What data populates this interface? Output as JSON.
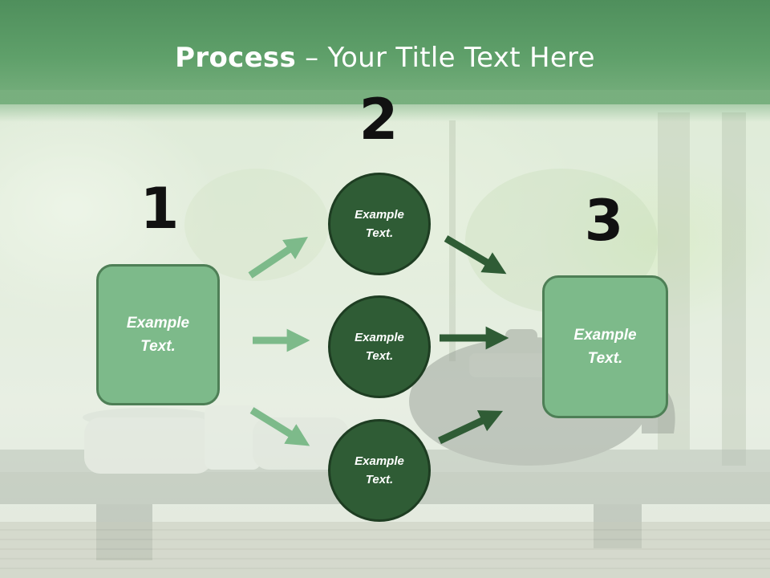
{
  "title": {
    "bold": "Process",
    "rest": " – Your Title Text Here"
  },
  "steps": [
    {
      "number": "1",
      "box_text": "Example\nText."
    },
    {
      "number": "2",
      "circle_texts": [
        "Example\nText.",
        "Example\nText.",
        "Example\nText."
      ]
    },
    {
      "number": "3",
      "box_text": "Example\nText."
    }
  ],
  "colors": {
    "header": "#5fa06a",
    "box_fill": "#7dba8a",
    "circle_fill": "#2f5c35",
    "light_arrow": "#7dba8a",
    "dark_arrow": "#2f5c35"
  }
}
